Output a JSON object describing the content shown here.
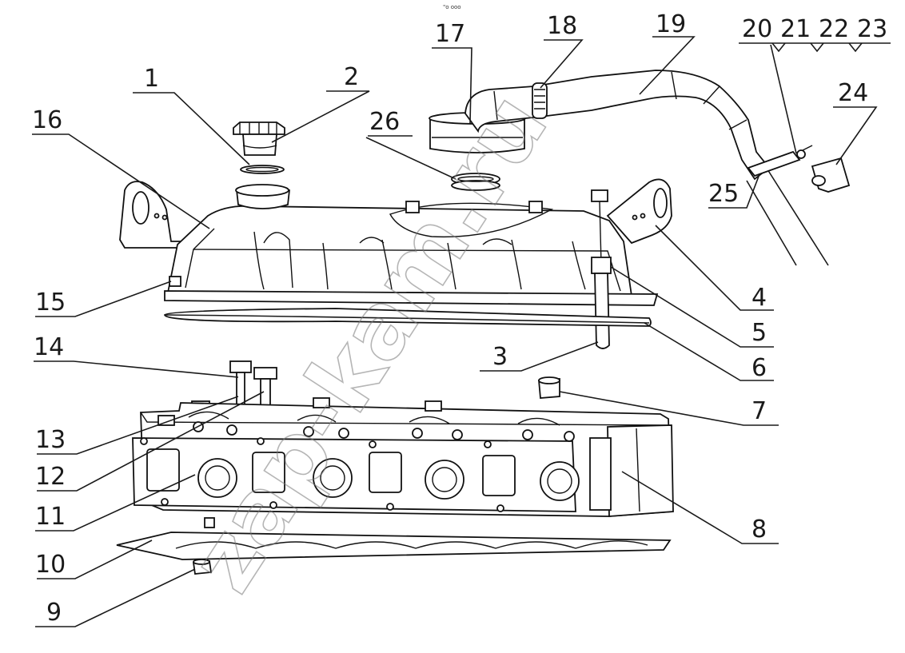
{
  "diagram": {
    "header_mark": "\"o ooo",
    "watermark": "zap-kam.ru",
    "callouts": [
      "1",
      "2",
      "3",
      "4",
      "5",
      "6",
      "7",
      "8",
      "9",
      "10",
      "11",
      "12",
      "13",
      "14",
      "15",
      "16",
      "17",
      "18",
      "19",
      "20",
      "21",
      "22",
      "23",
      "24",
      "25",
      "26"
    ]
  }
}
